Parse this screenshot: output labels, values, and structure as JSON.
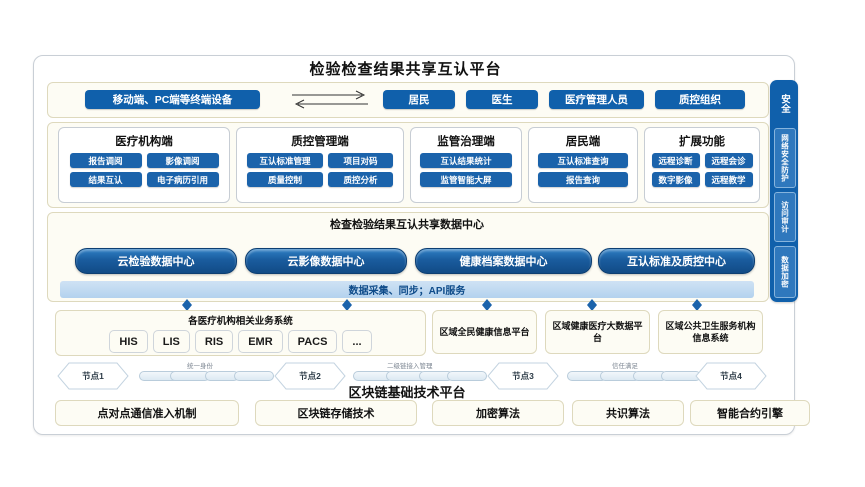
{
  "title": "检验检查结果共享互认平台",
  "top_row": {
    "device": "移动端、PC端等终端设备",
    "arrow_icon": "double-arrow-icon",
    "actors": [
      "居民",
      "医生",
      "医疗管理人员",
      "质控组织"
    ]
  },
  "panels": [
    {
      "title": "医疗机构端",
      "items": [
        "报告调阅",
        "影像调阅",
        "结果互认",
        "电子病历引用"
      ]
    },
    {
      "title": "质控管理端",
      "items": [
        "互认标准管理",
        "项目对码",
        "质量控制",
        "质控分析"
      ]
    },
    {
      "title": "监管治理端",
      "items": [
        "互认结果统计",
        "监管智能大屏"
      ]
    },
    {
      "title": "居民端",
      "items": [
        "互认标准查询",
        "报告查询"
      ]
    },
    {
      "title": "扩展功能",
      "items": [
        "远程诊断",
        "远程会诊",
        "数字影像",
        "远程教学"
      ]
    }
  ],
  "data_center": {
    "title": "检查检验结果互认共享数据中心",
    "cylinders": [
      "云检验数据中心",
      "云影像数据中心",
      "健康档案数据中心",
      "互认标准及质控中心"
    ],
    "api_bar": "数据采集、同步；API服务"
  },
  "systems": {
    "left_title": "各医疗机构相关业务系统",
    "left_items": [
      "HIS",
      "LIS",
      "RIS",
      "EMR",
      "PACS",
      "..."
    ],
    "platforms": [
      "区域全民健康信息平台",
      "区域健康医疗大数据平台",
      "区域公共卫生服务机构信息系统"
    ]
  },
  "blockchain": {
    "title": "区块链基础技术平台",
    "nodes": [
      "节点1",
      "节点2",
      "节点3",
      "节点4"
    ],
    "link_labels": [
      "统一身份",
      "二级链接入管理",
      "信任满足"
    ],
    "tech_items": [
      "点对点通信准入机制",
      "区块链存储技术",
      "加密算法",
      "共识算法",
      "智能合约引擎"
    ]
  },
  "security_bar": {
    "header": "安全",
    "items": [
      "网络安全防护",
      "访问审计",
      "数据加密"
    ]
  },
  "colors": {
    "brand_blue": "#1060ab",
    "chip_blue": "#1b63ab",
    "cream": "#fdfcf4",
    "cream_border": "#ded9bd"
  }
}
